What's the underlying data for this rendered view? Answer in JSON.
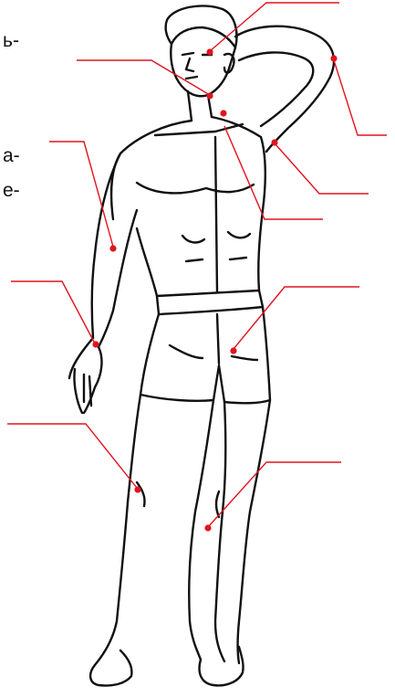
{
  "text_fragments": [
    "ь-",
    "а-",
    "е-"
  ],
  "colors": {
    "leader": "#e0141e",
    "point": "#e0141e",
    "outline": "#111111",
    "background": "#ffffff"
  },
  "callouts": [
    {
      "name": "callout-face"
    },
    {
      "name": "callout-jaw"
    },
    {
      "name": "callout-armpit"
    },
    {
      "name": "callout-lateral-chest"
    },
    {
      "name": "callout-neck-base"
    },
    {
      "name": "callout-upper-arm"
    },
    {
      "name": "callout-wrist"
    },
    {
      "name": "callout-groin"
    },
    {
      "name": "callout-knee-right"
    },
    {
      "name": "callout-knee-left"
    }
  ]
}
